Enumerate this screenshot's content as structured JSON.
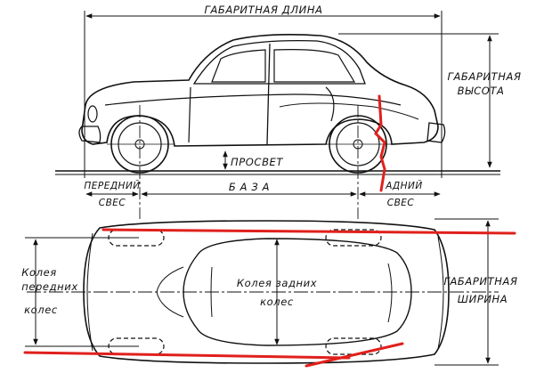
{
  "labels": {
    "overall_length": "ГАБАРИТНАЯ ДЛИНА",
    "overall_height_1": "ГАБАРИТНАЯ",
    "overall_height_2": "ВЫСОТА",
    "clearance": "ПРОСВЕТ",
    "front_overhang_1": "ПЕРЕДНИЙ",
    "front_overhang_2": "СВЕС",
    "wheelbase": "Б А З А",
    "rear_overhang_1": "АДНИЙ",
    "rear_overhang_2": "СВЕС",
    "front_track_1": "Колея",
    "front_track_2": "передних",
    "front_track_3": "колес",
    "rear_track_1": "Колея задних",
    "rear_track_2": "колес",
    "overall_width_1": "ГАБАРИТНАЯ",
    "overall_width_2": "ШИРИНА"
  },
  "colors": {
    "ink": "#111111",
    "annotation": "#e0201c",
    "background": "#ffffff"
  }
}
